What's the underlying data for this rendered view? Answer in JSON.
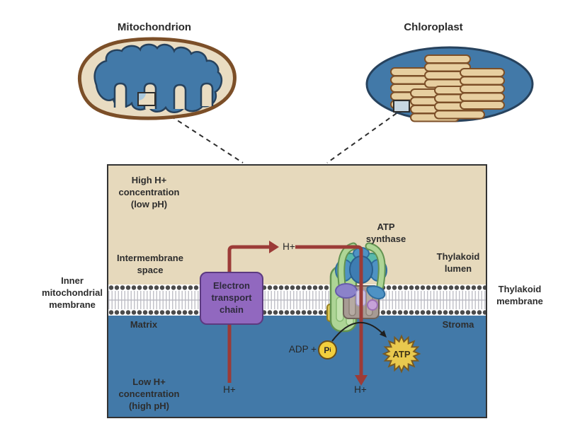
{
  "titles": {
    "mitochondrion": "Mitochondrion",
    "chloroplast": "Chloroplast"
  },
  "labels": {
    "high_h": "High H+\nconcentration\n(low pH)",
    "intermembrane": "Intermembrane\nspace",
    "inner_mito_membrane": "Inner\nmitochondrial\nmembrane",
    "matrix": "Matrix",
    "low_h": "Low H+\nconcentration\n(high pH)",
    "atp_synthase": "ATP\nsynthase",
    "thylakoid_lumen": "Thylakoid\nlumen",
    "thylakoid_membrane": "Thylakoid\nmembrane",
    "stroma": "Stroma",
    "etc": "Electron\ntransport\nchain",
    "h_plus_intermembrane": "H+",
    "h_plus_matrix": "H+",
    "h_plus_synthase": "H+",
    "adp": "ADP +",
    "pi_main": "P",
    "pi_sub": "i",
    "atp": "ATP"
  },
  "colors": {
    "lumen_tan": "#e6d9bc",
    "stroma_blue": "#4279a8",
    "proton_arrow_red": "#9c3b37",
    "etc_purple": "#9168bf",
    "etc_border_purple": "#5c3a80",
    "atp_yellow": "#e9c94e",
    "pi_yellow": "#f2cf3d",
    "mito_outline_brown": "#7c4f28",
    "organelle_cream": "#e9dcc2",
    "text_dark": "#2d2d2d"
  }
}
